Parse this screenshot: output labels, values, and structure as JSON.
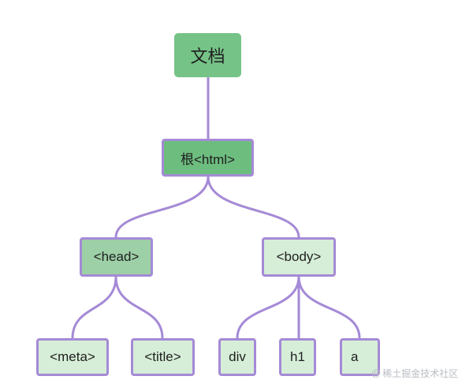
{
  "diagram": {
    "type": "tree",
    "nodes": {
      "doc": "文档",
      "html": "根<html>",
      "head": "<head>",
      "body": "<body>",
      "meta": "<meta>",
      "title": "<title>",
      "div": "div",
      "h1": "h1",
      "a": "a"
    },
    "edges": [
      [
        "doc",
        "html"
      ],
      [
        "html",
        "head"
      ],
      [
        "html",
        "body"
      ],
      [
        "head",
        "meta"
      ],
      [
        "head",
        "title"
      ],
      [
        "body",
        "div"
      ],
      [
        "body",
        "h1"
      ],
      [
        "body",
        "a"
      ]
    ],
    "colors": {
      "connector": "#a58ad6",
      "root_fill": "#76c387",
      "html_fill": "#6dbd7f",
      "head_fill": "#9dd0a6",
      "leaf_fill": "#d6eed8"
    }
  },
  "watermark": {
    "icon": "at-icon",
    "text": "稀土掘金技术社区"
  }
}
